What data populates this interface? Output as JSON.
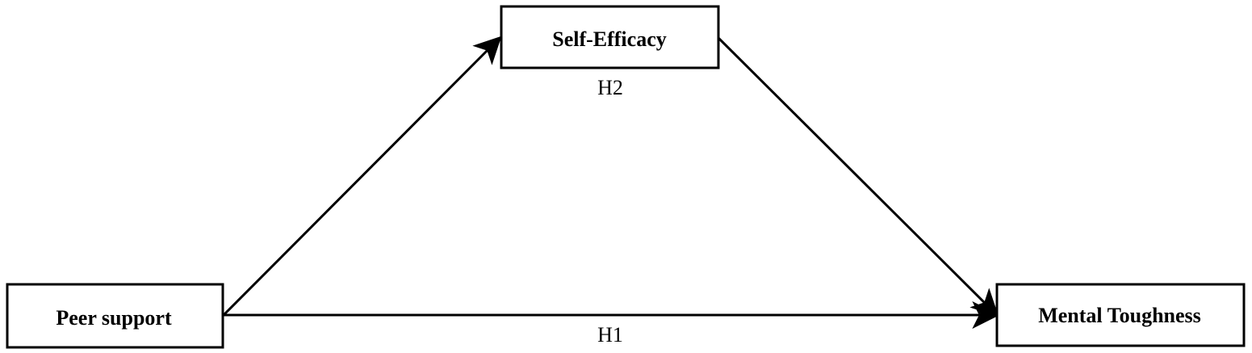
{
  "nodes": {
    "peer_support": {
      "label": "Peer support"
    },
    "self_efficacy": {
      "label": "Self-Efficacy"
    },
    "mental_toughness": {
      "label": "Mental Toughness"
    }
  },
  "edges": [
    {
      "from": "peer_support",
      "to": "self_efficacy",
      "label": ""
    },
    {
      "from": "self_efficacy",
      "to": "mental_toughness",
      "label": "H2"
    },
    {
      "from": "peer_support",
      "to": "mental_toughness",
      "label": "H1"
    }
  ],
  "colors": {
    "stroke": "#000000",
    "background": "#ffffff"
  }
}
